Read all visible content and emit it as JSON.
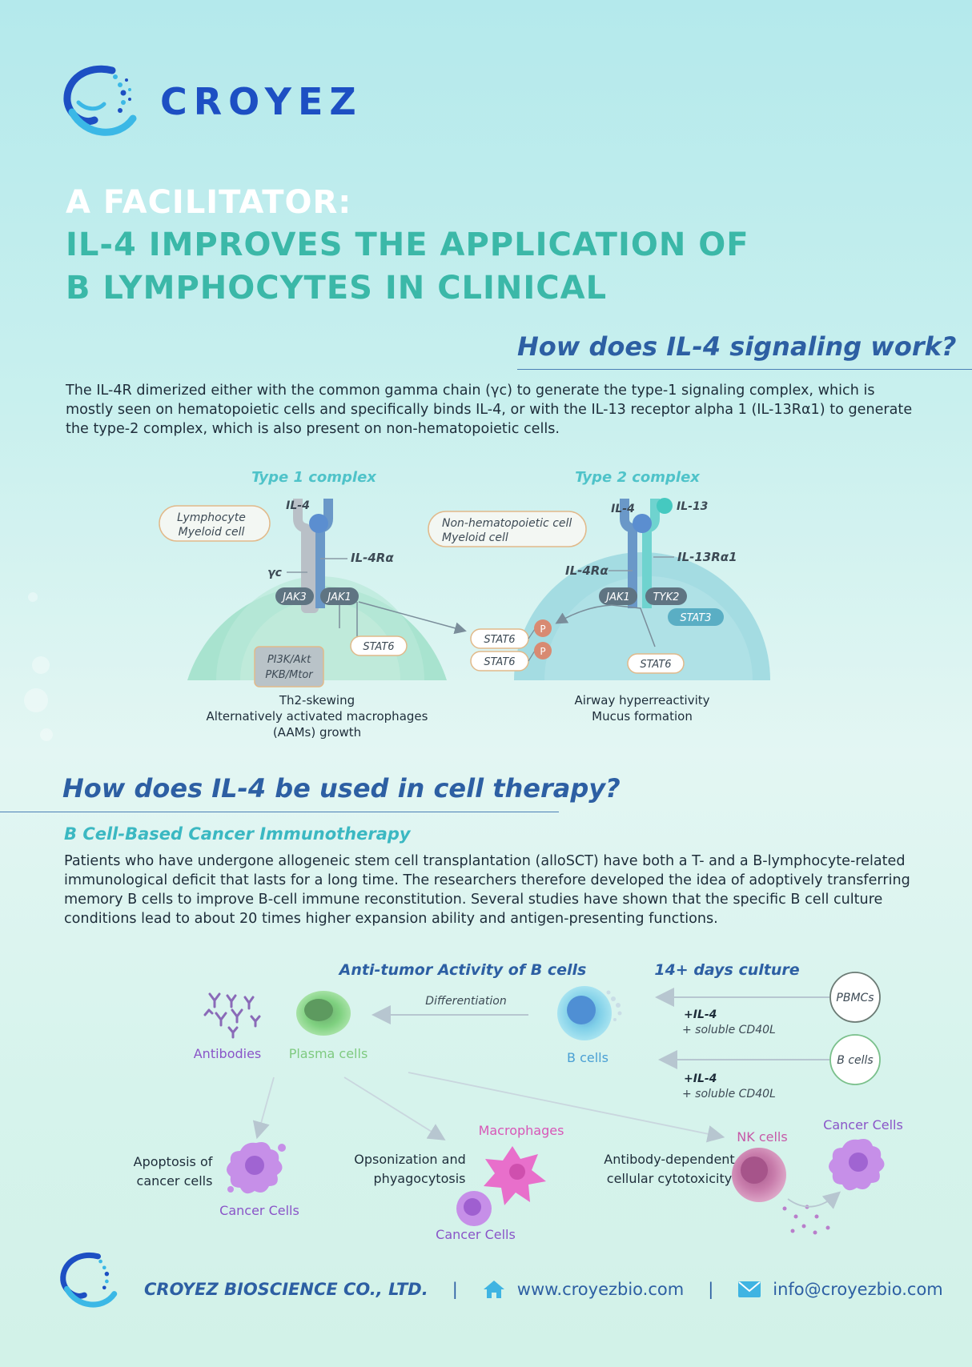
{
  "brand": {
    "name": "CROYEZ"
  },
  "title": {
    "line1": "A FACILITATOR:",
    "line2": "IL-4 IMPROVES THE APPLICATION OF",
    "line3": "B LYMPHOCYTES IN CLINICAL"
  },
  "section1": {
    "heading": "How does IL-4 signaling work?",
    "body": "The IL-4R dimerized either with the common gamma chain (γc) to generate the type-1 signaling complex, which is mostly seen on hematopoietic cells and specifically binds IL-4, or with the IL-13 receptor alpha 1 (IL-13Rα1) to generate the type-2 complex, which is also present on non-hematopoietic cells."
  },
  "diagram1": {
    "type1": {
      "title": "Type 1 complex",
      "cell_line1": "Lymphocyte",
      "cell_line2": "Myeloid cell",
      "il4": "IL-4",
      "gamma_c": "γc",
      "il4ra": "IL-4Rα",
      "jak3": "JAK3",
      "jak1": "JAK1",
      "stat6": "STAT6",
      "pi3k": "PI3K/Akt",
      "pkb": "PKB/Mtor",
      "outcome_line1": "Th2-skewing",
      "outcome_line2": "Alternatively activated macrophages",
      "outcome_line3": "(AAMs) growth"
    },
    "type2": {
      "title": "Type 2 complex",
      "cell_line1": "Non-hematopoietic cell",
      "cell_line2": "Myeloid cell",
      "il4": "IL-4",
      "il13": "IL-13",
      "il4ra": "IL-4Rα",
      "il13ra1": "IL-13Rα1",
      "jak1": "JAK1",
      "tyk2": "TYK2",
      "stat3": "STAT3",
      "stat6": "STAT6",
      "outcome_line1": "Airway hyperreactivity",
      "outcome_line2": "Mucus formation"
    },
    "center": {
      "stat6_a": "STAT6",
      "stat6_b": "STAT6",
      "p": "P"
    }
  },
  "section2": {
    "heading": "How does IL-4 be used in cell therapy?",
    "subheading": "B Cell-Based Cancer Immunotherapy",
    "body": "Patients who have undergone allogeneic stem cell transplantation (alloSCT) have both a T- and a B-lymphocyte-related immunological deficit that lasts for a long time. The researchers therefore developed the idea of adoptively transferring memory B cells to improve B-cell immune reconstitution. Several studies have shown that the specific B cell culture conditions lead to about 20 times higher expansion ability and antigen-presenting functions."
  },
  "diagram2": {
    "antitumor_title": "Anti-tumor Activity of B cells",
    "culture_title": "14+ days culture",
    "differentiation": "Differentiation",
    "antibodies": "Antibodies",
    "plasma_cells": "Plasma cells",
    "b_cells": "B cells",
    "pbmcs": "PBMCs",
    "b_cells_source": "B cells",
    "il4_1": "+IL-4",
    "cd40l_1": "+ soluble CD40L",
    "il4_2": "+IL-4",
    "cd40l_2": "+ soluble CD40L",
    "apoptosis_line1": "Apoptosis of",
    "apoptosis_line2": "cancer cells",
    "cancer_cells_1": "Cancer Cells",
    "opson_line1": "Opsonization and",
    "opson_line2": "phyagocytosis",
    "macrophages": "Macrophages",
    "cancer_cells_2": "Cancer Cells",
    "adcc_line1": "Antibody-dependent",
    "adcc_line2": "cellular cytotoxicity",
    "nk_cells": "NK cells",
    "cancer_cells_3": "Cancer Cells"
  },
  "footer": {
    "company": "CROYEZ BIOSCIENCE CO., LTD.",
    "separator": "|",
    "website": "www.croyezbio.com",
    "email": "info@croyezbio.com"
  },
  "colors": {
    "brand_blue": "#1d4fc3",
    "teal_title": "#3bb8a8",
    "heading_blue": "#2d5fa3",
    "purple_label": "#8a55c8",
    "pink_label": "#d857b8"
  }
}
